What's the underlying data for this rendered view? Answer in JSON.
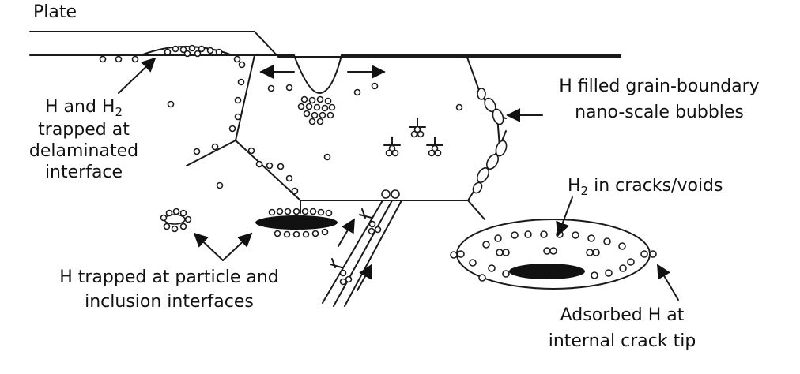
{
  "labels": {
    "plate": "Plate",
    "delam_line1_pre": "H and H",
    "delam_line1_sub": "2",
    "delam_line2": "trapped at",
    "delam_line3": "delaminated",
    "delam_line4": "interface",
    "gb_line1": "H filled grain-boundary",
    "gb_line2": "nano-scale bubbles",
    "crack_pre": "H",
    "crack_sub": "2",
    "crack_post": " in cracks/voids",
    "particle_line1": "H trapped at particle and",
    "particle_line2": "inclusion interfaces",
    "tip_line1": "Adsorbed H at",
    "tip_line2": "internal crack tip"
  }
}
